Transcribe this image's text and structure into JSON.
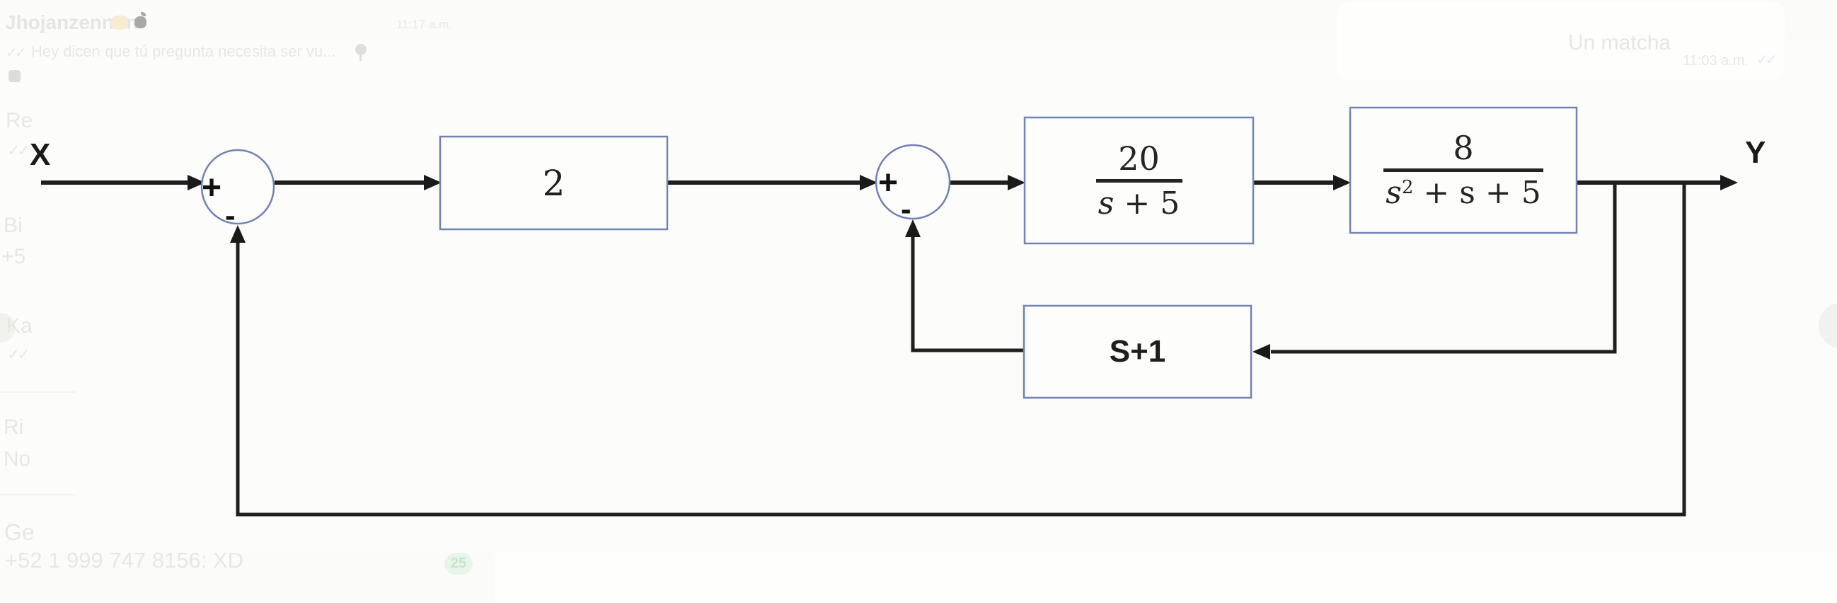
{
  "colors": {
    "block_border": "#7082b6",
    "line": "#1f1f1f",
    "badge_bg": "#e9f5eb",
    "badge_text": "#c6e3cc",
    "faded_text": "#e7e7e4"
  },
  "chat": {
    "row1": {
      "title": "Jhojanzennnn",
      "time": "11:17 a.m.",
      "ticks": "✓✓",
      "preview": "Hey dicen que tú pregunta necesita ser vu..."
    },
    "left_items": [
      {
        "text": "Re"
      },
      {
        "text": "✓✓"
      },
      {
        "text": "Bi"
      },
      {
        "text": "+5"
      },
      {
        "text": "Ka"
      },
      {
        "text": "✓✓"
      },
      {
        "text": "Ri"
      },
      {
        "text": "No"
      },
      {
        "text": "Ge"
      }
    ],
    "phone_preview": "+52 1 999 747 8156: XD",
    "unread_count": "25",
    "bubble": {
      "text": "Un matcha",
      "time": "11:03 a.m.",
      "ticks": "✓✓"
    }
  },
  "diagram": {
    "input_label": "X",
    "output_label": "Y",
    "sum1": {
      "plus": "+",
      "minus": "-"
    },
    "sum2": {
      "plus": "+",
      "minus": "-"
    },
    "gain_block": {
      "label": "2"
    },
    "tf1": {
      "num": "20",
      "den_var": "s",
      "den_rest": " + 5"
    },
    "tf2": {
      "num": "8",
      "den_var": "s",
      "den_sup": "2",
      "den_rest": " + s + 5"
    },
    "feedback_block": {
      "label": "S+1"
    }
  }
}
